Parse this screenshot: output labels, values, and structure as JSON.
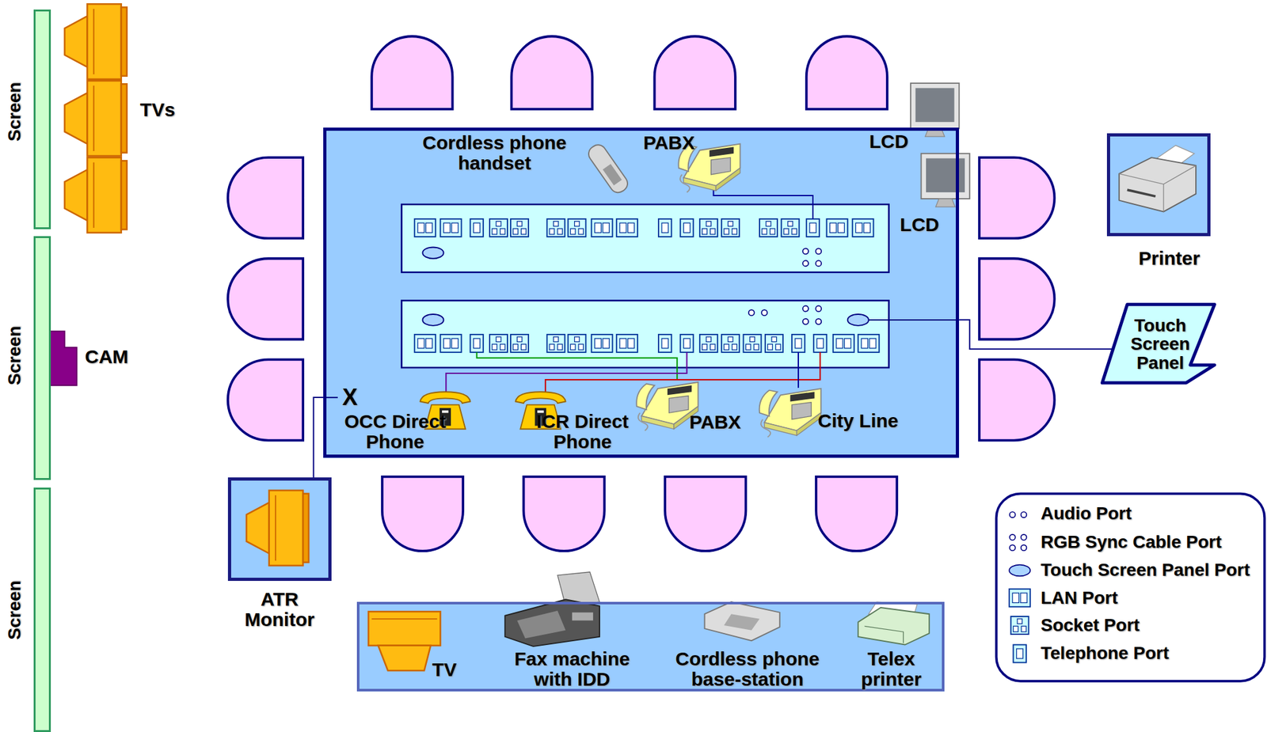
{
  "diagram": {
    "nodes": [
      {
        "text": [
          "Screen"
        ]
      },
      {
        "text": [
          "Screen"
        ]
      },
      {
        "text": [
          "Screen"
        ]
      },
      {
        "text": [
          "Cordless phone handset",
          "PABX",
          "X",
          "OCC Direct Phone",
          "ICR Direct Phone",
          "PABX",
          "City Line"
        ]
      },
      {
        "text": [
          "Printer"
        ]
      },
      {
        "text": [
          "Touch Screen Panel"
        ]
      },
      {
        "text": [
          "ATR Monitor"
        ]
      },
      {
        "text": [
          "TV",
          "Fax machine with IDD",
          "Cordless phone base-station",
          "Telex printer"
        ]
      }
    ],
    "edges": [
      {
        "from": 3,
        "to": 5,
        "arrow": "none"
      },
      {
        "from": 3,
        "to": 6,
        "arrow": "none"
      }
    ],
    "labels": [
      "TVs",
      "CAM",
      "LCD",
      "LCD"
    ],
    "legend": [
      {
        "text": "Audio Port"
      },
      {
        "text": "RGB Sync Cable Port"
      },
      {
        "text": "Touch Screen Panel Port"
      },
      {
        "text": "LAN Port"
      },
      {
        "text": "Socket Port"
      },
      {
        "text": "Telephone Port"
      }
    ]
  }
}
